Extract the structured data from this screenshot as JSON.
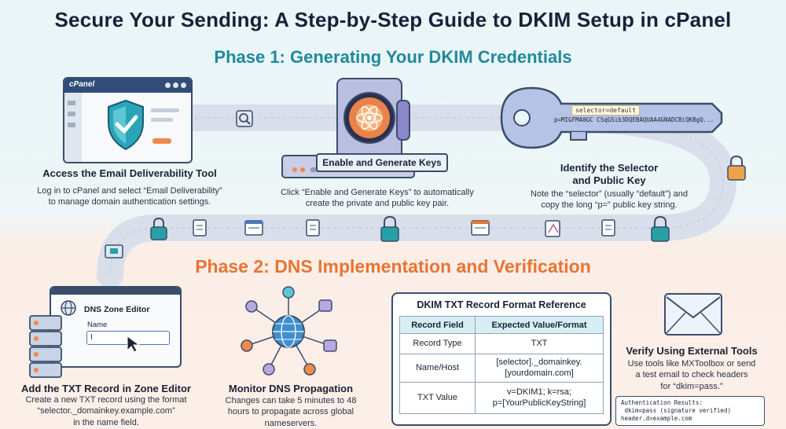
{
  "title": "Secure Your Sending: A Step-by-Step Guide to DKIM Setup in cPanel",
  "phase1": {
    "title": "Phase 1: Generating Your DKIM Credentials",
    "steps": [
      {
        "title": "Access the Email Deliverability Tool",
        "desc_lines": [
          "Log in to cPanel and select “Email Deliverability”",
          "to manage domain authentication settings."
        ]
      },
      {
        "title": "Enable and Generate Keys",
        "desc_lines": [
          "Click “Enable and Generate Keys” to automatically",
          "create the private and public key pair."
        ]
      },
      {
        "title_lines": [
          "Identify the Selector",
          "and Public Key"
        ],
        "desc_lines": [
          "Note the “selector” (usually “default”) and",
          "copy the long “p=” public key string."
        ]
      }
    ],
    "cpanel_logo": "cPanel",
    "key_label": "selector=default",
    "key_string": "p=MIGFMA0GC CSqGSib3DQEBAQUAA4GNADCBiQKBgQ..."
  },
  "phase2": {
    "title": "Phase 2: DNS Implementation and Verification",
    "steps": [
      {
        "title": "Add the TXT Record in Zone Editor",
        "desc_lines": [
          "Create a new TXT record using the format",
          "“selector._domainkey.example.com”",
          "in the name field."
        ]
      },
      {
        "title": "Monitor DNS Propagation",
        "desc_lines": [
          "Changes can take 5 minutes to 48",
          "hours to propagate across global",
          "nameservers."
        ]
      },
      {
        "title": "Verify Using External Tools",
        "desc_lines": [
          "Use tools like MXToolbox or send",
          "a test email to check headers",
          "for “dkim=pass.”"
        ]
      }
    ],
    "dns_editor": {
      "title": "DNS Zone Editor",
      "field_label": "Name",
      "field_value": "I"
    },
    "reference": {
      "title": "DKIM TXT Record Format Reference",
      "headers": [
        "Record Field",
        "Expected Value/Format"
      ],
      "rows": [
        {
          "field": "Record Type",
          "value_lines": [
            "TXT"
          ]
        },
        {
          "field": "Name/Host",
          "value_lines": [
            "[selector]._domainkey.",
            "[yourdomain.com]"
          ]
        },
        {
          "field": "TXT Value",
          "value_lines": [
            "v=DKIM1; k=rsa;",
            "p=[YourPublicKeyString]"
          ]
        }
      ]
    },
    "auth_results": [
      "Authentication Results:",
      " dkim=pass (signature verified)",
      "header.d=example.com"
    ]
  },
  "colors": {
    "phase1_accent": "#1f8a9a",
    "phase2_accent": "#e87433",
    "outline": "#3a4e6b",
    "shield": "#2aa5b8",
    "lock": "#27a0a6"
  },
  "icons": [
    "cpanel-window",
    "shield-check-icon",
    "server-machine-icon",
    "atom-icon",
    "key-icon",
    "search-icon",
    "lock-icon",
    "document-icon",
    "server-rack-icon",
    "globe-network-icon",
    "cursor-icon",
    "envelope-icon"
  ]
}
